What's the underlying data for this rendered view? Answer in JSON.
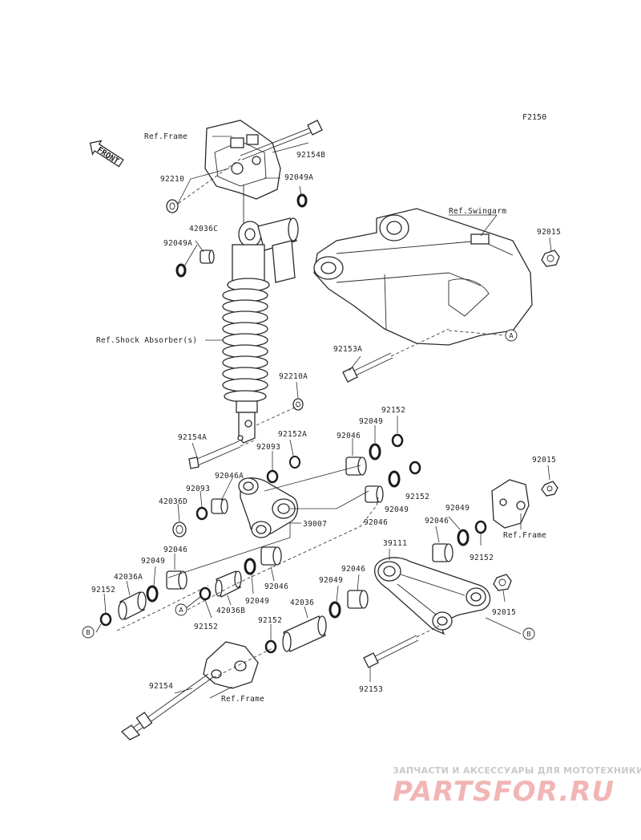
{
  "diagram_code": "F2150",
  "front_arrow": "FRONT",
  "ref_labels": {
    "frame_top": "Ref.Frame",
    "swingarm": "Ref.Swingarm",
    "shock": "Ref.Shock Absorber(s)",
    "frame_right": "Ref.Frame",
    "frame_bottom": "Ref.Frame"
  },
  "markers": {
    "a": "A",
    "b": "B"
  },
  "parts": {
    "p92154B": "92154B",
    "p92210": "92210",
    "p92049A_1": "92049A",
    "p42036C": "42036C",
    "p92049A_2": "92049A",
    "p92015_1": "92015",
    "p92153A": "92153A",
    "p92210A": "92210A",
    "p92152_top": "92152",
    "p92049_top": "92049",
    "p92046_top": "92046",
    "p92154A": "92154A",
    "p92152A": "92152A",
    "p92093_1": "92093",
    "p92046A": "92046A",
    "p92093_2": "92093",
    "p42036D": "42036D",
    "p92152_mid": "92152",
    "p92049_mid": "92049",
    "p92046_mid": "92046",
    "p39007": "39007",
    "p92015_2": "92015",
    "p92049_r": "92049",
    "p92046_r": "92046",
    "p92152_r": "92152",
    "p39111": "39111",
    "p92046_l": "92046",
    "p92049_l": "92049",
    "p42036A": "42036A",
    "p92152_l": "92152",
    "p92046_c": "92046",
    "p92049_c": "92049",
    "p42036B": "42036B",
    "p92152_c": "92152",
    "p92046_lr": "92046",
    "p92049_lr": "92049",
    "p42036": "42036",
    "p92015_3": "92015",
    "p92152_b": "92152",
    "p92154": "92154",
    "p92153": "92153"
  },
  "watermark": {
    "tagline": "ЗАПЧАСТИ И АКСЕССУАРЫ ДЛЯ МОТОТЕХНИКИ",
    "logo": "PARTSFOR.RU"
  }
}
